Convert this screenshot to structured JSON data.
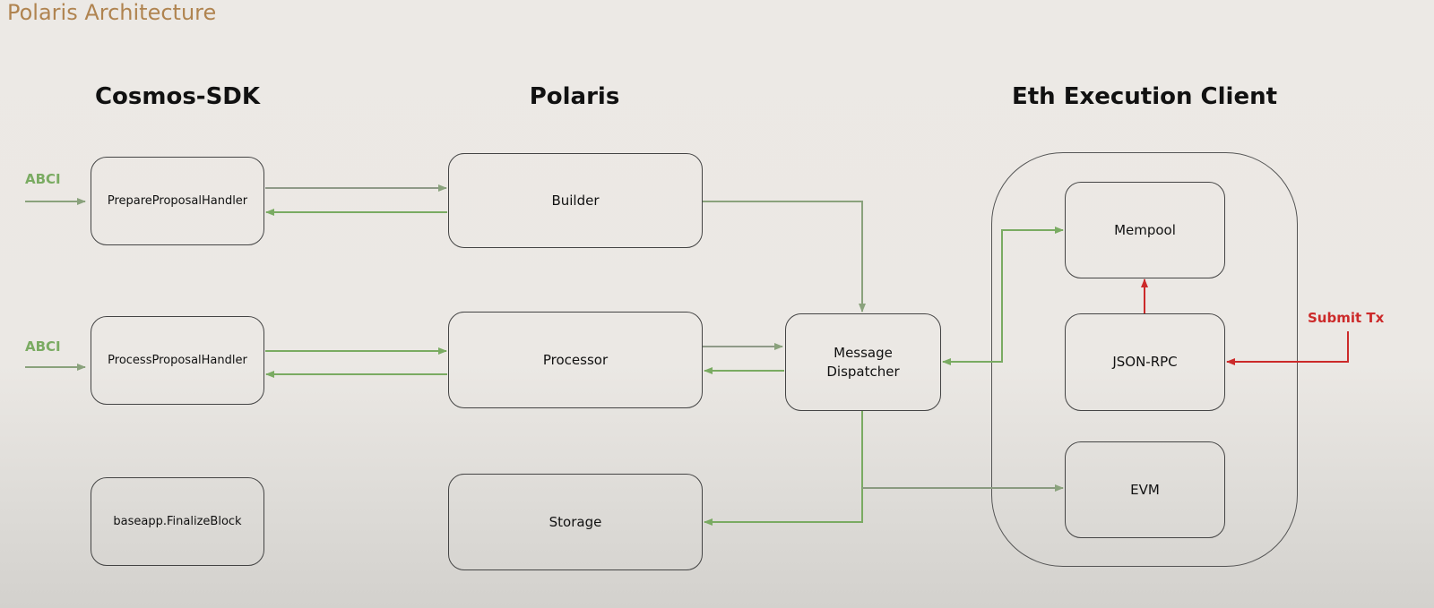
{
  "title": "Polaris Architecture",
  "columns": {
    "cosmos": "Cosmos-SDK",
    "polaris": "Polaris",
    "eth": "Eth Execution Client"
  },
  "cosmos_boxes": [
    "PrepareProposalHandler",
    "ProcessProposalHandler",
    "baseapp.FinalizeBlock"
  ],
  "polaris_boxes": [
    "Builder",
    "Processor",
    "Storage"
  ],
  "dispatcher": "Message Dispatcher",
  "eth_boxes": [
    "Mempool",
    "JSON-RPC",
    "EVM"
  ],
  "inputs": {
    "abci_1": "ABCI",
    "abci_2": "ABCI",
    "submit_tx": "Submit Tx"
  },
  "colors": {
    "green": "#7aab62",
    "gray_green": "#8a9a80",
    "red": "#cc2a2a",
    "title": "#b08450"
  }
}
